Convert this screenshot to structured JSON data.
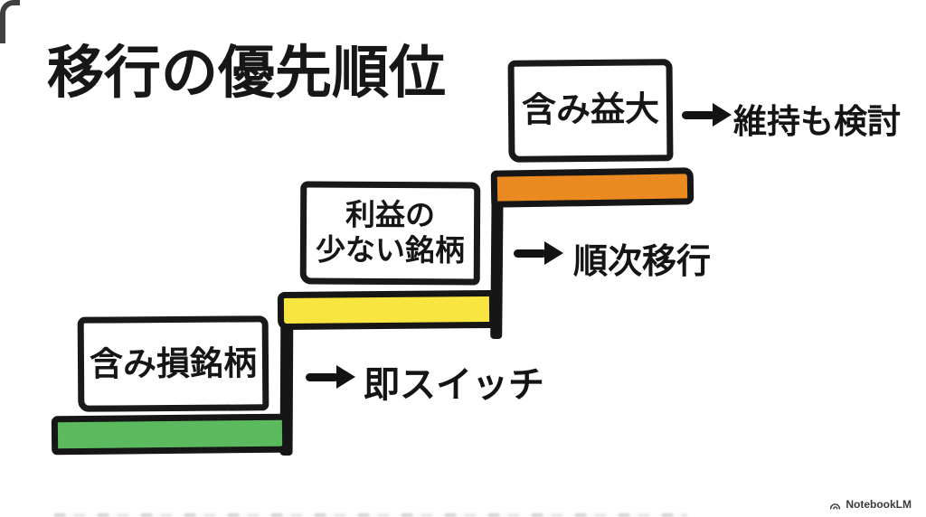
{
  "title": "移行の優先順位",
  "steps": [
    {
      "position": "top",
      "label_lines": [
        "含み益大"
      ],
      "result": "維持も検討",
      "bar_color": "#ec8a22",
      "arrow_icon": "right-arrow"
    },
    {
      "position": "middle",
      "label_lines": [
        "利益の",
        "少ない銘柄"
      ],
      "result": "順次移行",
      "bar_color": "#f8e53f",
      "arrow_icon": "right-arrow"
    },
    {
      "position": "bottom",
      "label_lines": [
        "含み損銘柄"
      ],
      "result": "即スイッチ",
      "bar_color": "#5bba5e",
      "arrow_icon": "right-arrow"
    }
  ],
  "colors": {
    "outline": "#161616",
    "background": "#ffffff",
    "step_top": "#ec8a22",
    "step_middle": "#f8e53f",
    "step_bottom": "#5bba5e"
  },
  "watermark": {
    "icon": "notebooklm-logo",
    "label": "NotebookLM"
  }
}
